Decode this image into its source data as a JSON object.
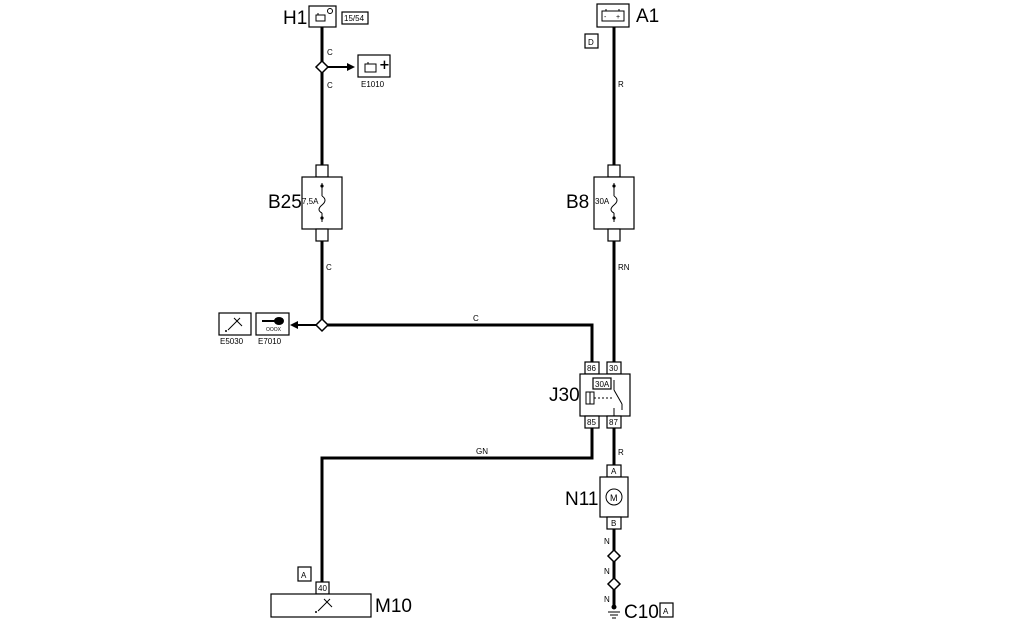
{
  "components": {
    "h1": {
      "label": "H1",
      "terminal": "15/54"
    },
    "a1": {
      "label": "A1",
      "ref_box": "D"
    },
    "e1010": {
      "label": "E1010"
    },
    "b25": {
      "label": "B25",
      "rating": "7,5A"
    },
    "b8": {
      "label": "B8",
      "rating": "30A"
    },
    "e5030": {
      "label": "E5030"
    },
    "e7010": {
      "label": "E7010"
    },
    "j30": {
      "label": "J30",
      "rating": "30A",
      "pins": [
        "86",
        "30",
        "85",
        "87"
      ]
    },
    "n11": {
      "label": "N11",
      "symbol": "M",
      "pin_top": "A",
      "pin_bottom": "B"
    },
    "m10": {
      "label": "M10",
      "pin": "40",
      "ref_box": "A"
    },
    "c10": {
      "label": "C10",
      "ref_box": "A"
    }
  },
  "wires": {
    "h1_e1010_top": "C",
    "h1_e1010_bot": "C",
    "b25_out": "C",
    "j30_86": "C",
    "a1_b8": "R",
    "b8_j30": "RN",
    "m10_j30": "GN",
    "j30_n11": "R",
    "n11_c10_1": "N",
    "n11_c10_2": "N",
    "n11_c10_3": "N"
  }
}
